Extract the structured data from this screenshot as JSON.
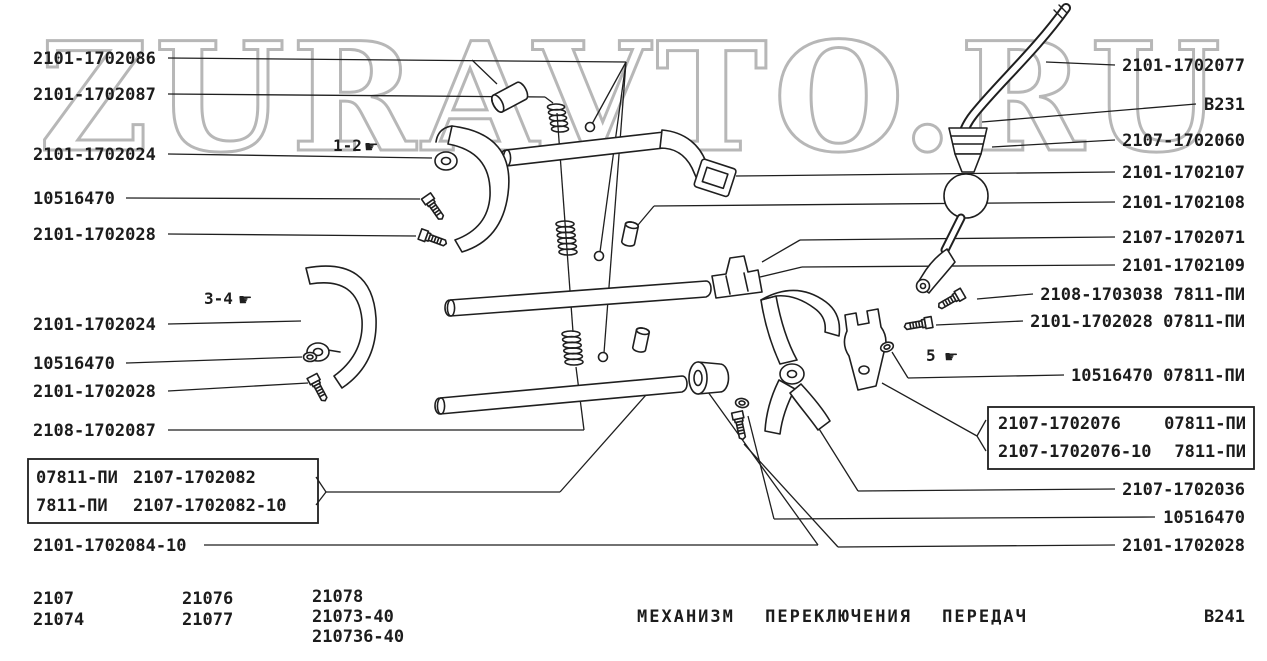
{
  "watermark": "ZURAVTO.RU",
  "callouts": {
    "gear_1_2": "1-2",
    "gear_3_4": "3-4",
    "gear_5": "5",
    "pointer_icon": "☛"
  },
  "left_labels": [
    "2101-1702086",
    "2101-1702087",
    "2101-1702024",
    "10516470",
    "2101-1702028",
    "2101-1702024",
    "10516470",
    "2101-1702028",
    "2108-1702087",
    "2101-1702084-10"
  ],
  "left_box": [
    {
      "prefix": "07811-ПИ",
      "number": "2107-1702082"
    },
    {
      "prefix": "7811-ПИ",
      "number": "2107-1702082-10"
    }
  ],
  "right_labels": [
    "2101-1702077",
    "В231",
    "2107-1702060",
    "2101-1702107",
    "2101-1702108",
    "2107-1702071",
    "2101-1702109",
    "2108-1703038 7811-ПИ",
    "2101-1702028 07811-ПИ",
    "10516470 07811-ПИ",
    "2107-1702036",
    "10516470",
    "2101-1702028"
  ],
  "right_box": [
    {
      "number": "2107-1702076",
      "suffix": "07811-ПИ"
    },
    {
      "number": "2107-1702076-10",
      "suffix": "7811-ПИ"
    }
  ],
  "footer": {
    "title": "МЕХАНИЗМ ПЕРЕКЛЮЧЕНИЯ ПЕРЕДАЧ",
    "sheet_code": "В241",
    "models_col1": [
      "2107",
      "21074"
    ],
    "models_col2": [
      "21076",
      "21077"
    ],
    "models_col3": [
      "21078",
      "21073-40",
      "210736-40"
    ]
  }
}
